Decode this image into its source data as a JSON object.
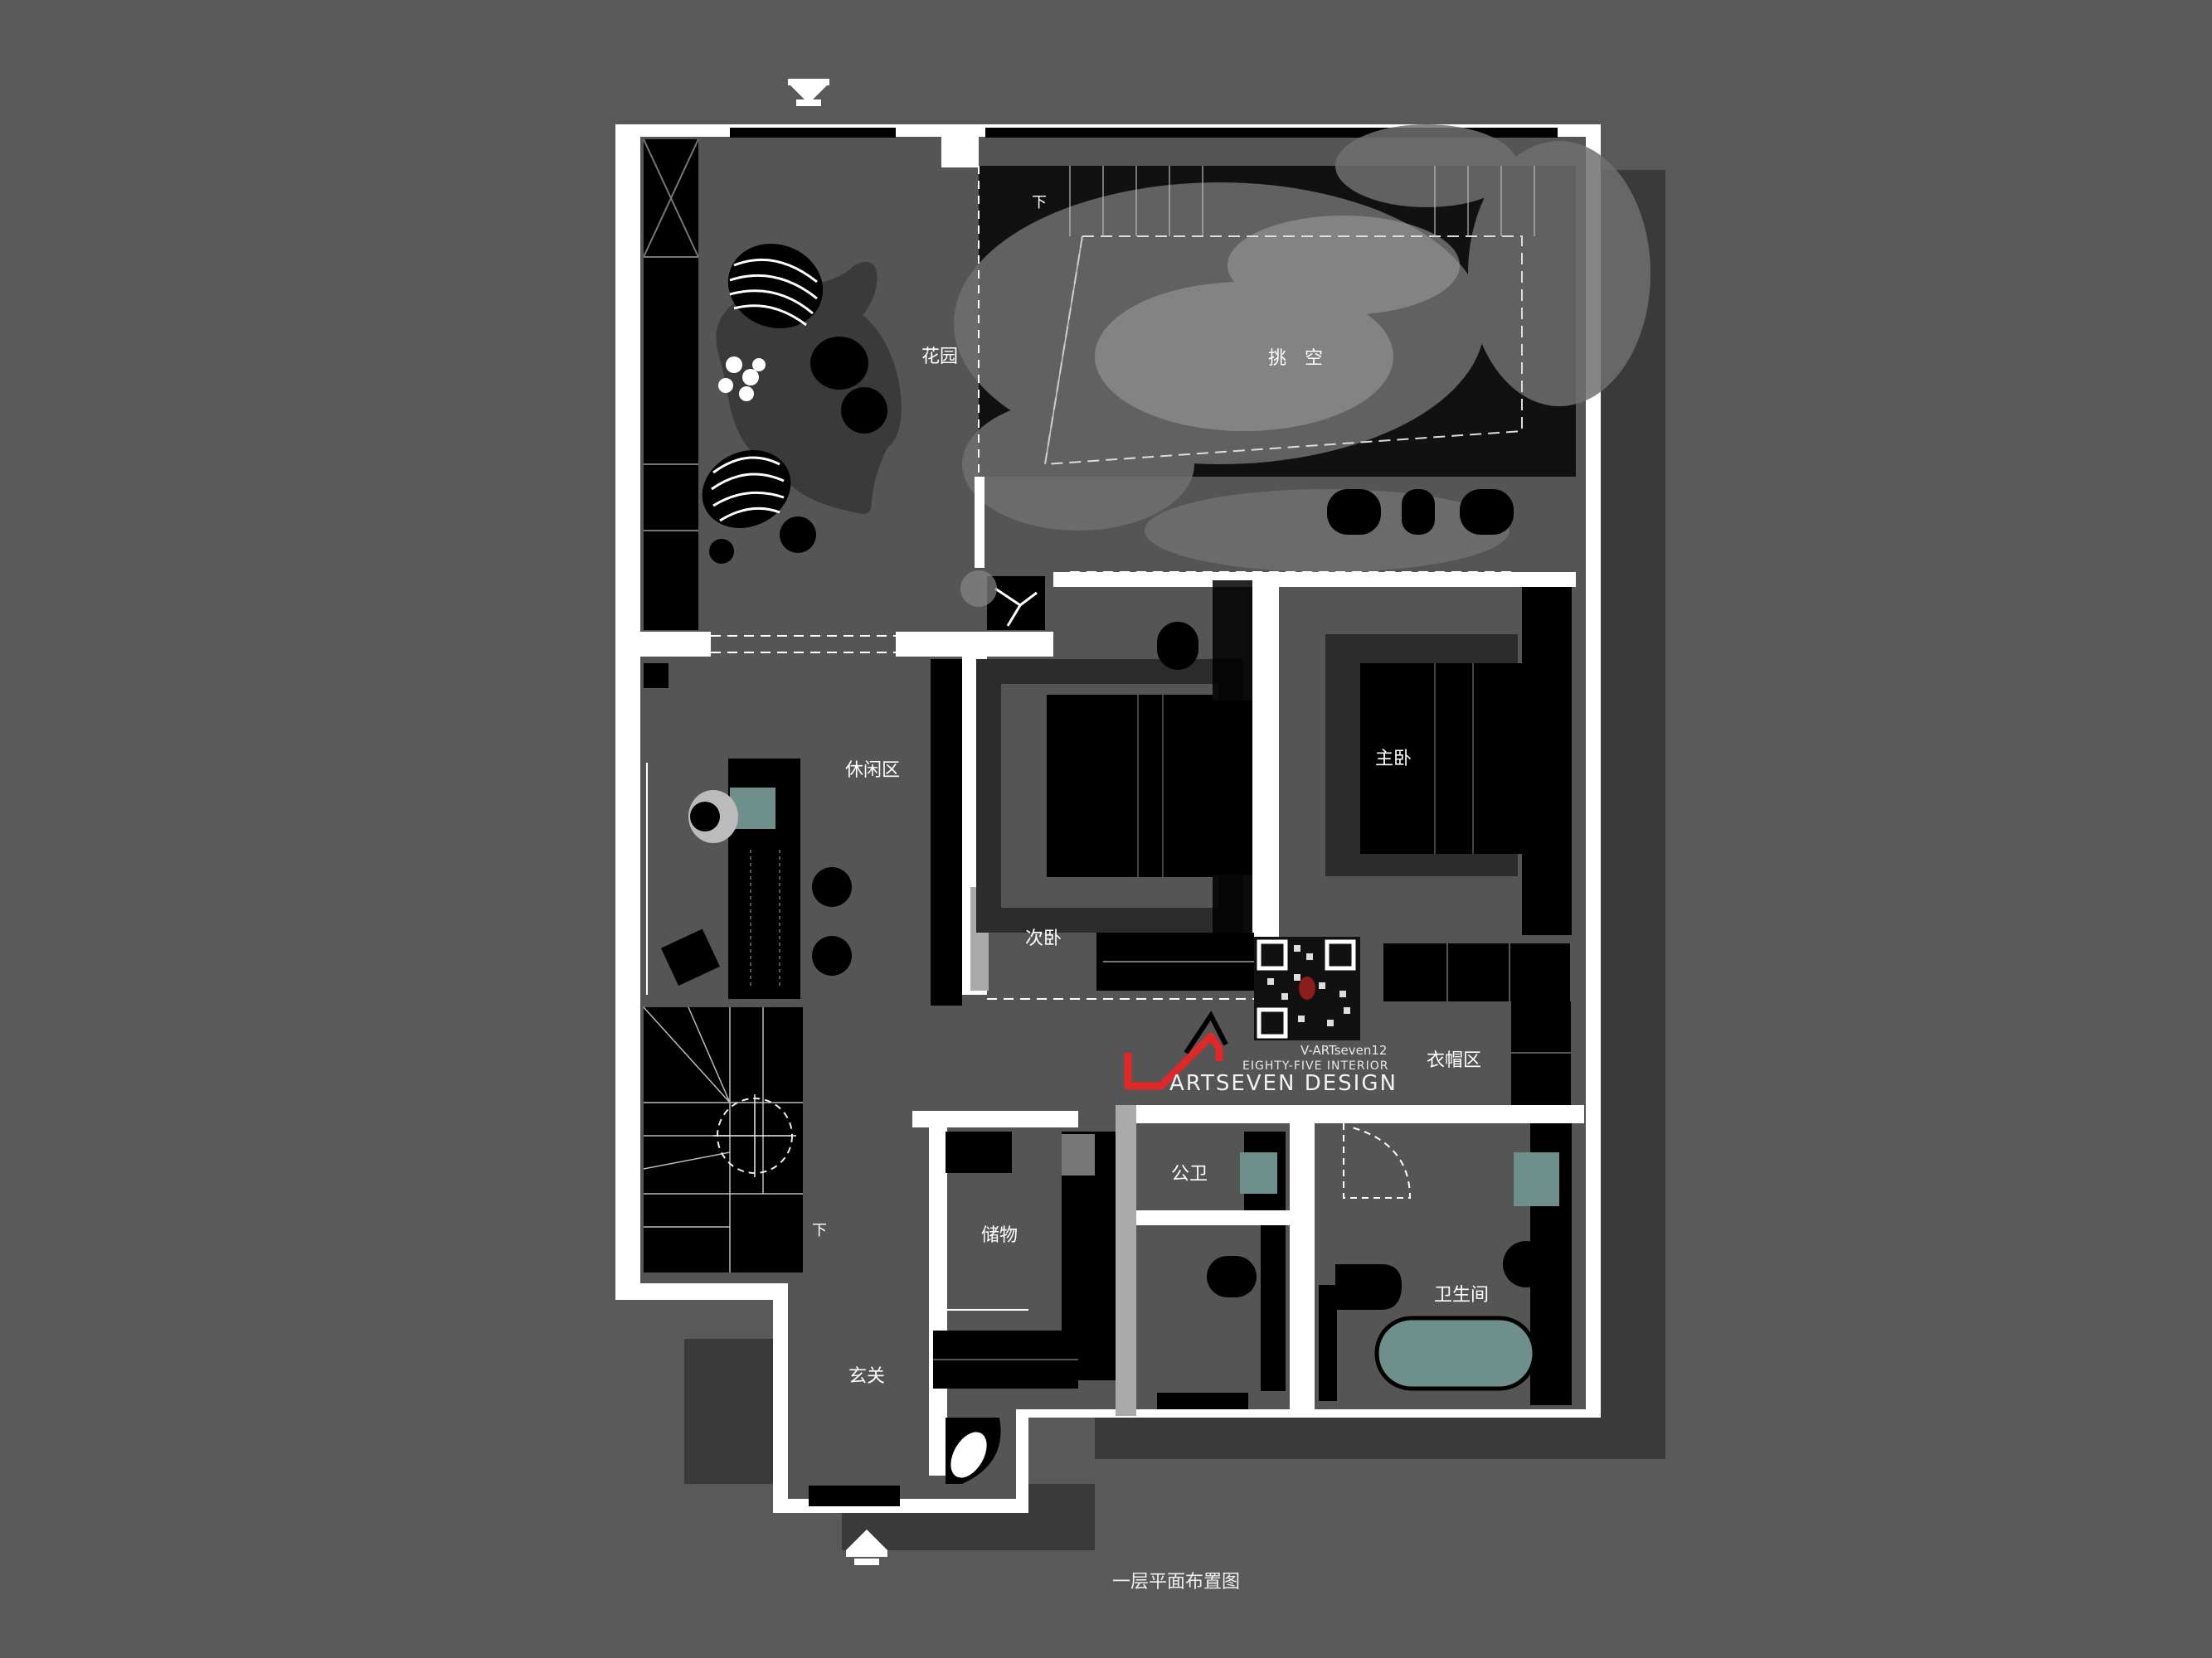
{
  "diagram": {
    "rooms": {
      "garden": "花园",
      "void": "挑　空",
      "lounge": "休闲区",
      "second_bedroom": "次卧",
      "master_bedroom": "主卧",
      "cloakroom": "衣帽区",
      "public_wc": "公卫",
      "bathroom": "卫生间",
      "storage": "储物",
      "entrance": "玄关"
    },
    "down_marks": {
      "stair_top": "下",
      "stair_left": "下"
    },
    "title": "一层平面布置图"
  },
  "brand": {
    "wechat": "V-ARTseven12",
    "subtitle": "EIGHTY-FIVE INTERIOR",
    "name": "ARTSEVEN DESIGN",
    "accent_color": "#e02828"
  },
  "colors": {
    "background": "#595959",
    "wall": "#ffffff",
    "floor": "#555555",
    "furniture": "#000000",
    "fixture": "#6f8f8c"
  }
}
